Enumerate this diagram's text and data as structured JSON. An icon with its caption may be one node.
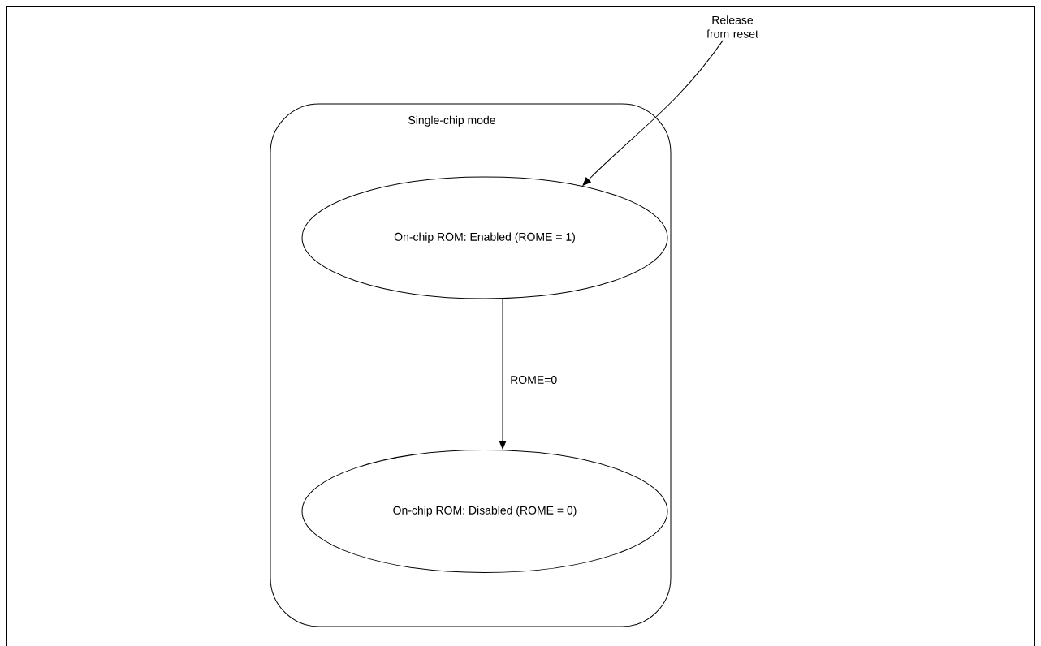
{
  "diagram": {
    "nodes": [
      {
        "text": [
          "Single-chip mode"
        ]
      },
      {
        "text": [
          "On-chip ROM: Enabled (ROME = 1)"
        ],
        "in": 0
      },
      {
        "text": [
          "On-chip ROM: Disabled (ROME = 0)"
        ],
        "in": 0
      },
      {
        "text": [
          "Release from reset"
        ]
      }
    ],
    "edges": [
      {
        "from": 3,
        "to": 1,
        "arrow": "to"
      },
      {
        "from": 1,
        "to": 2,
        "arrow": "to",
        "label": "ROME=0"
      }
    ]
  }
}
